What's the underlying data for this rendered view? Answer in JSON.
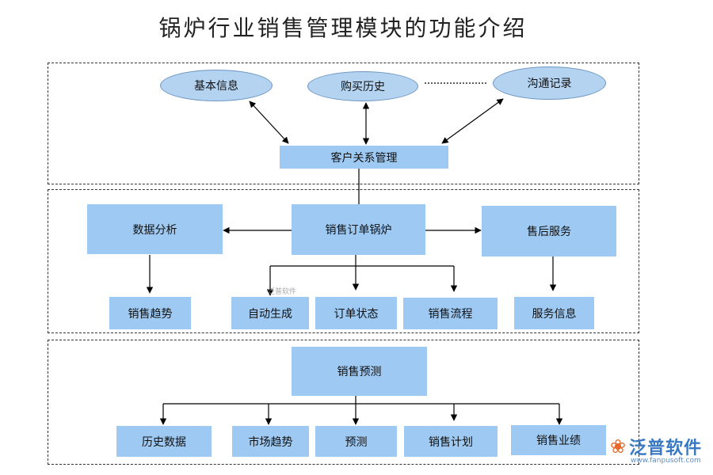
{
  "title": "锅炉行业销售管理模块的功能介绍",
  "crm": {
    "basic_info": "基本信息",
    "purchase_history": "购买历史",
    "communication_records": "沟通记录",
    "customer_relation": "客户关系管理"
  },
  "sales_order": {
    "data_analysis": "数据分析",
    "sales_order_boiler": "销售订单锅炉",
    "after_sales": "售后服务",
    "sales_trend": "销售趋势",
    "auto_generate": "自动生成",
    "order_status": "订单状态",
    "sales_process": "销售流程",
    "service_info": "服务信息"
  },
  "forecast": {
    "sales_forecast": "销售预测",
    "history_data": "历史数据",
    "market_trend": "市场趋势",
    "forecast": "预测",
    "sales_plan": "销售计划",
    "sales_performance": "销售业绩"
  },
  "watermark": "泛普软件",
  "logo": {
    "name": "泛普软件",
    "url": "www.fanpusoft.com"
  }
}
